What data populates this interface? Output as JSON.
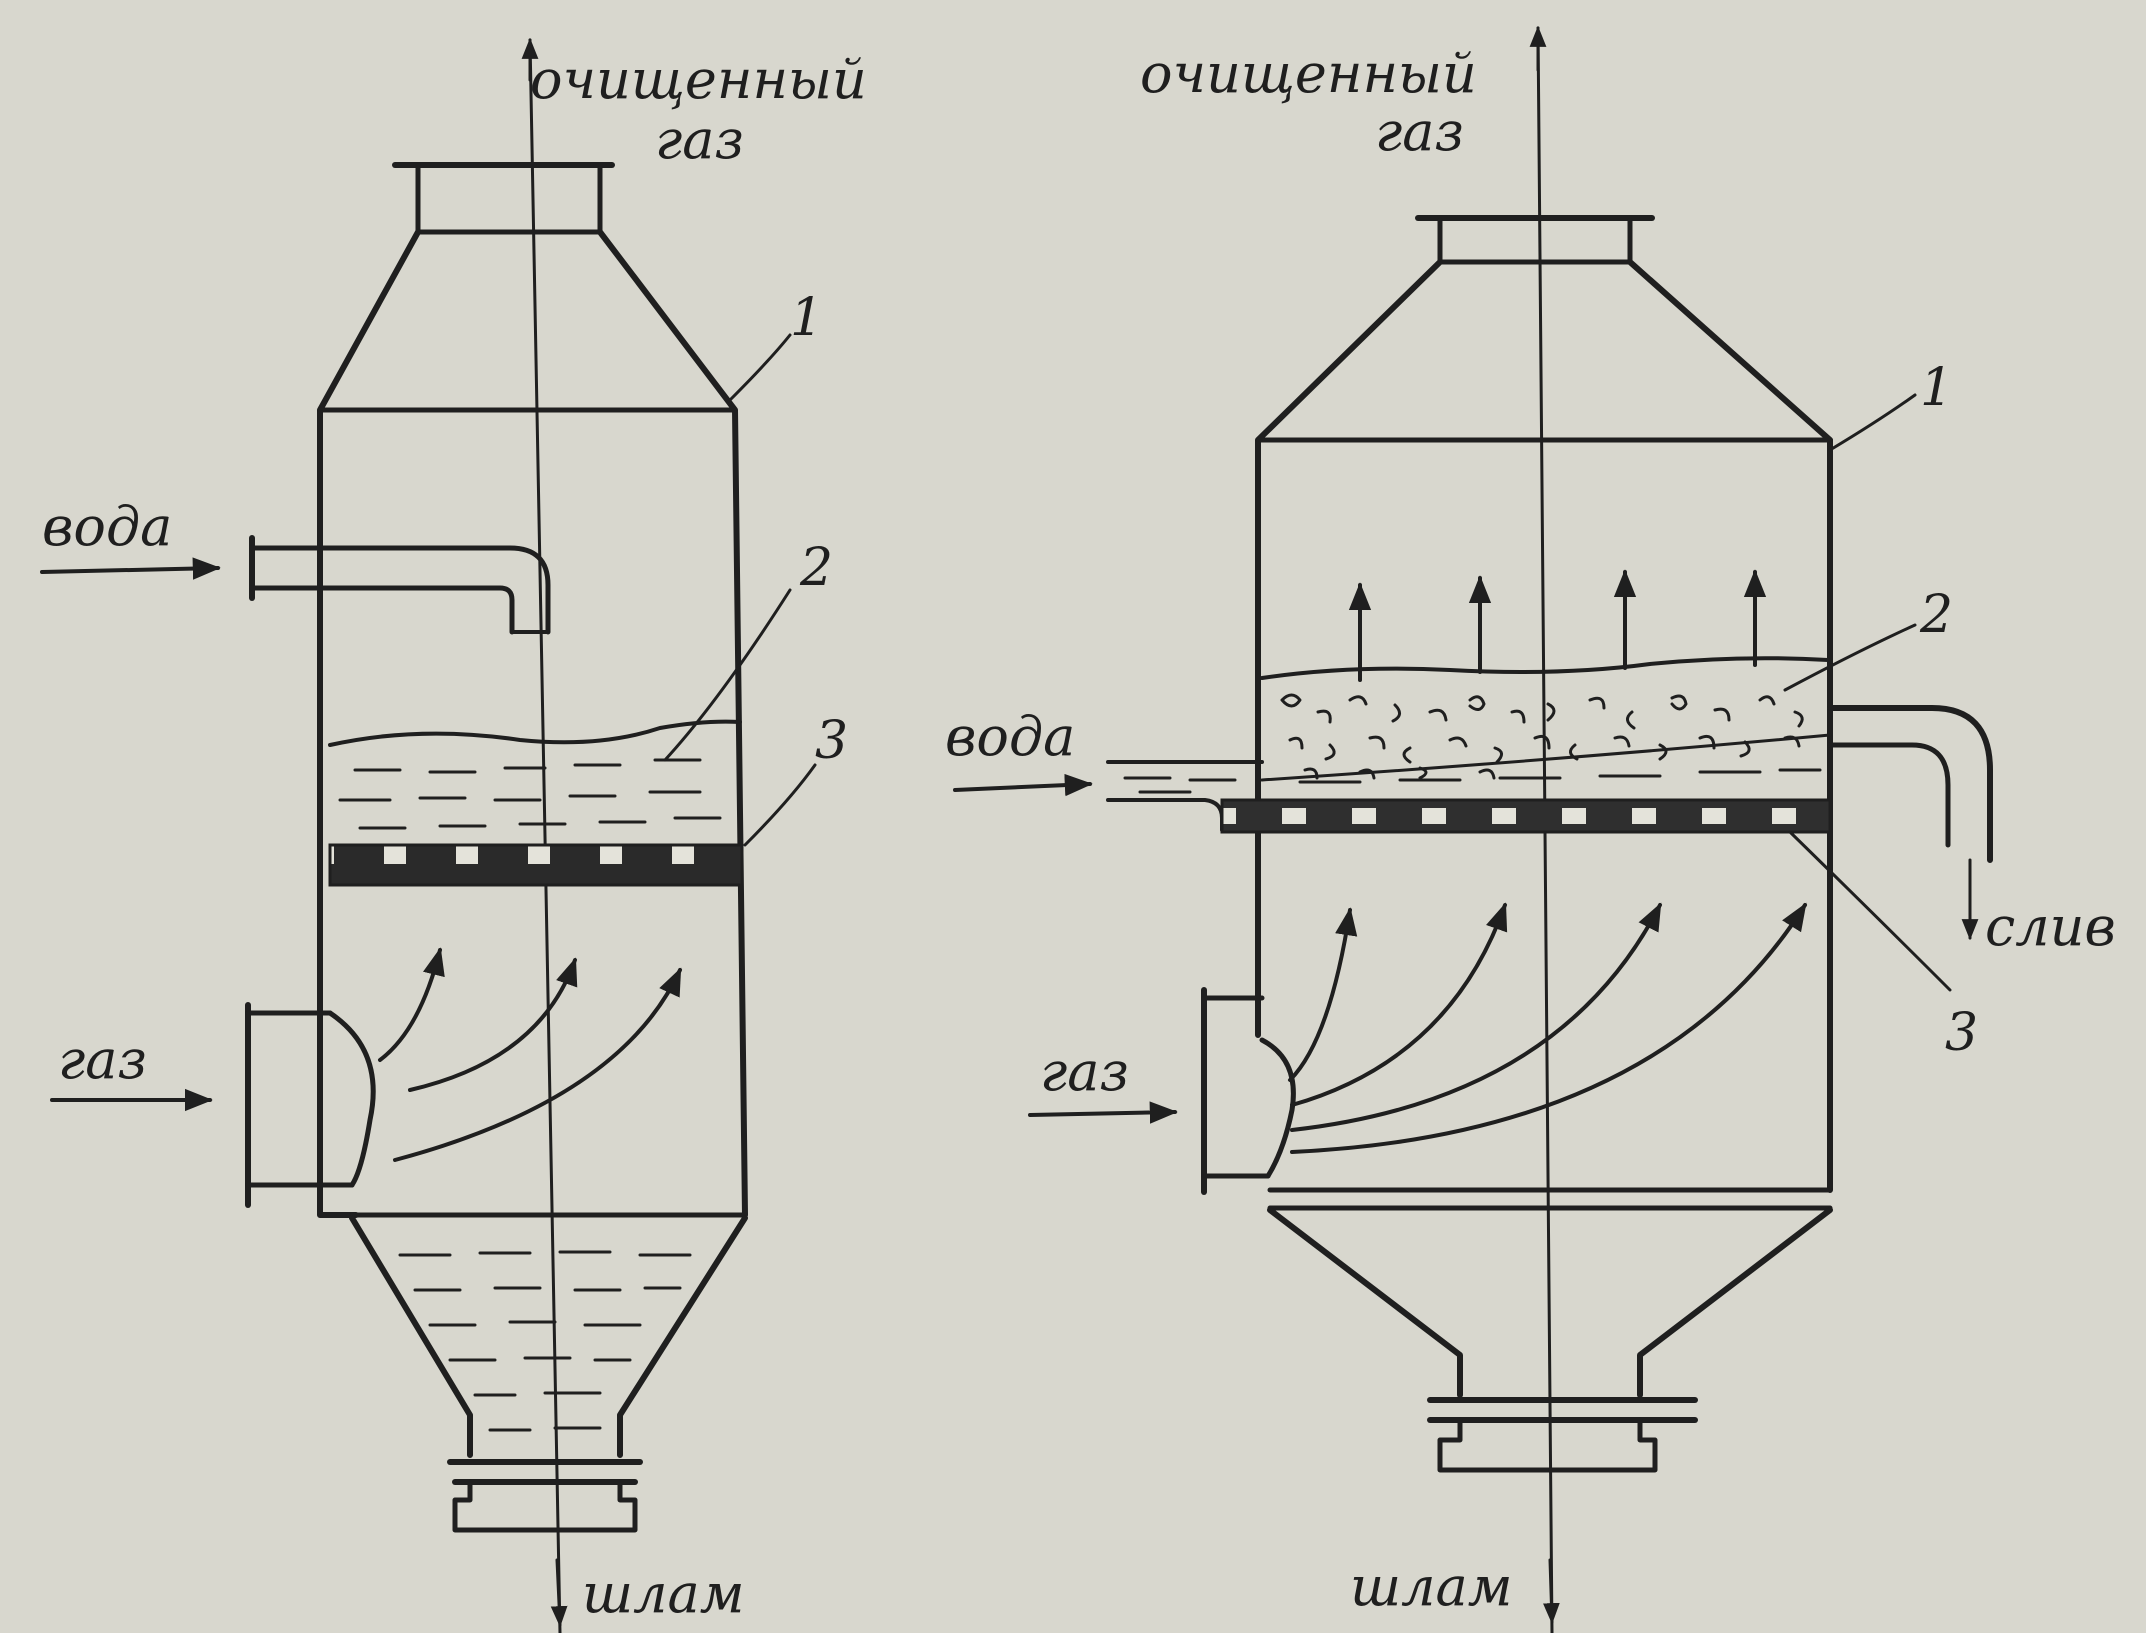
{
  "left_apparatus": {
    "gas_out_label": [
      "очищенный",
      "газ"
    ],
    "water_label": "вода",
    "gas_in_label": "газ",
    "sludge_label": "шлам",
    "part_labels": [
      "1",
      "2",
      "3"
    ]
  },
  "right_apparatus": {
    "gas_out_label": [
      "очищенный",
      "газ"
    ],
    "water_label": "вода",
    "gas_in_label": "газ",
    "sludge_label": "шлам",
    "drain_label": "слив",
    "part_labels": [
      "1",
      "2",
      "3"
    ]
  },
  "colors": {
    "paper": "#d8d7ce",
    "ink": "#1f1f1f"
  }
}
